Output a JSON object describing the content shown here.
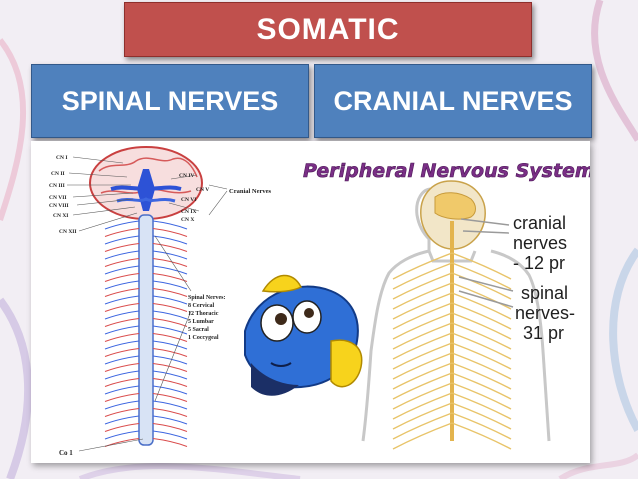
{
  "header": {
    "title": "SOMATIC"
  },
  "tabs": {
    "spinal": "SPINAL NERVES",
    "cranial": "CRANIAL NERVES"
  },
  "left_diagram": {
    "cn_labels": [
      "CN I",
      "CN II",
      "CN III",
      "CN VII",
      "CN VIII",
      "CN XI",
      "CN XII",
      "CN IV",
      "CN V",
      "CN VI",
      "CN IX",
      "CN X"
    ],
    "cranial_label": "Cranial Nerves",
    "spinal_title": "Spinal Nerves:",
    "spinal_items": [
      "8 Cervical",
      "12 Thoracic",
      "5 Lumbar",
      "5 Sacral",
      "1 Coccygeal"
    ],
    "bottom_label": "Co 1"
  },
  "right_diagram": {
    "title": "Peripheral Nervous System",
    "cranial_lines": [
      "cranial",
      "nerves",
      "- 12 pr"
    ],
    "spinal_lines": [
      "spinal",
      "nerves-",
      "31 pr"
    ]
  },
  "colors": {
    "header_red": "#c0504d",
    "tab_blue": "#4f81bd",
    "nerve_yellow": "#e8c46a",
    "fish_blue": "#2f6fd6"
  }
}
